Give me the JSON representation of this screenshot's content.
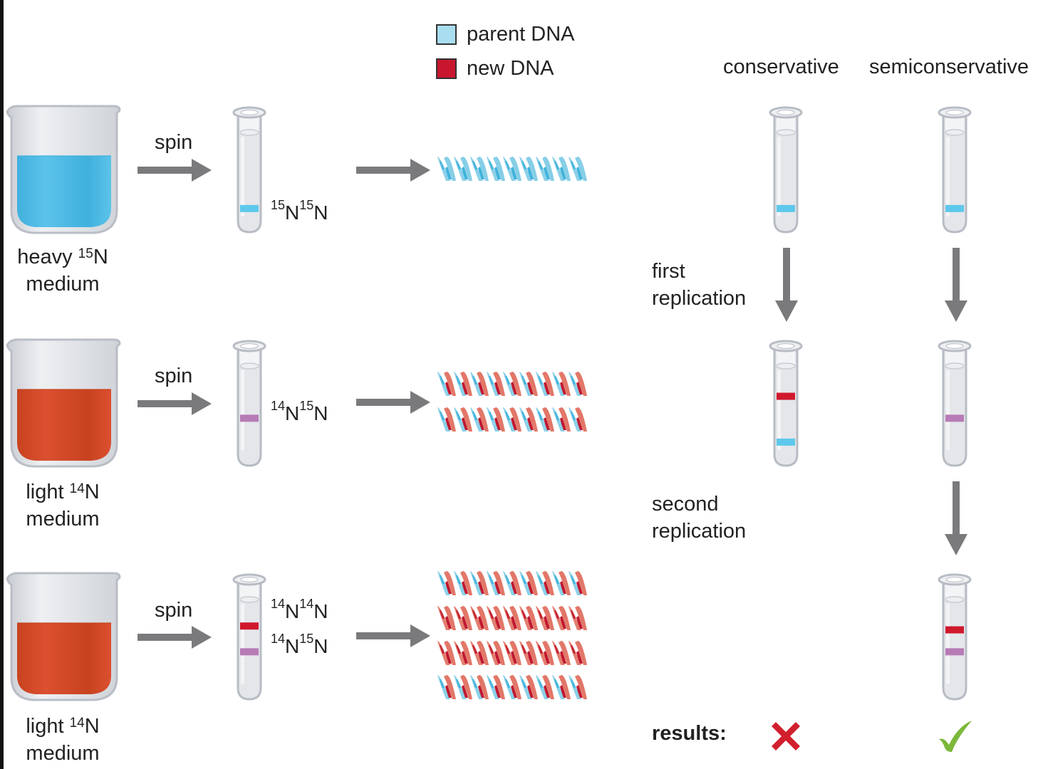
{
  "legend": {
    "items": [
      {
        "label": "parent DNA",
        "color": "#a9def0"
      },
      {
        "label": "new DNA",
        "color": "#c8162e"
      }
    ]
  },
  "colors": {
    "parent_strand": "#7fcbe6",
    "parent_strand_dark": "#3fb3dc",
    "new_strand": "#e07060",
    "new_strand_dark": "#c0182e",
    "band_heavy": "#5ec8ec",
    "band_hybrid": "#b77bb5",
    "band_light": "#d0182c",
    "medium_heavy": "#5cc3ea",
    "medium_light": "#db5030",
    "arrow": "#7a7a7c",
    "result_fail": "#d21f2e",
    "result_pass": "#7cb83a"
  },
  "experiment": {
    "rows": [
      {
        "medium_label": "heavy",
        "medium_isotope_mass": "15",
        "medium_isotope_symbol": "N",
        "medium_word": "medium",
        "medium_type": "heavy",
        "action_label": "spin",
        "bands": [
          {
            "type": "heavy",
            "label_a_mass": "15",
            "label_b_mass": "15",
            "symbol": "N"
          }
        ],
        "helices": [
          "parent-parent"
        ]
      },
      {
        "medium_label": "light",
        "medium_isotope_mass": "14",
        "medium_isotope_symbol": "N",
        "medium_word": "medium",
        "medium_type": "light",
        "action_label": "spin",
        "bands": [
          {
            "type": "hybrid",
            "label_a_mass": "14",
            "label_b_mass": "15",
            "symbol": "N"
          }
        ],
        "helices": [
          "parent-new",
          "parent-new"
        ]
      },
      {
        "medium_label": "light",
        "medium_isotope_mass": "14",
        "medium_isotope_symbol": "N",
        "medium_word": "medium",
        "medium_type": "light",
        "action_label": "spin",
        "bands": [
          {
            "type": "light",
            "label_a_mass": "14",
            "label_b_mass": "14",
            "symbol": "N"
          },
          {
            "type": "hybrid",
            "label_a_mass": "14",
            "label_b_mass": "15",
            "symbol": "N"
          }
        ],
        "helices": [
          "parent-new",
          "new-new",
          "new-new",
          "parent-new"
        ]
      }
    ]
  },
  "models": {
    "columns": [
      {
        "title": "conservative",
        "result_icon": "cross-icon",
        "result": "rejected"
      },
      {
        "title": "semiconservative",
        "result_icon": "check-icon",
        "result": "supported"
      }
    ],
    "step_labels": {
      "first_line1": "first",
      "first_line2": "replication",
      "second_line1": "second",
      "second_line2": "replication",
      "results": "results:"
    },
    "tubes": {
      "conservative": [
        {
          "stage": "initial",
          "bands": [
            "heavy"
          ]
        },
        {
          "stage": "first replication",
          "bands": [
            "light",
            "heavy"
          ]
        }
      ],
      "semiconservative": [
        {
          "stage": "initial",
          "bands": [
            "heavy"
          ]
        },
        {
          "stage": "first replication",
          "bands": [
            "hybrid"
          ]
        },
        {
          "stage": "second replication",
          "bands": [
            "light",
            "hybrid"
          ]
        }
      ]
    }
  }
}
